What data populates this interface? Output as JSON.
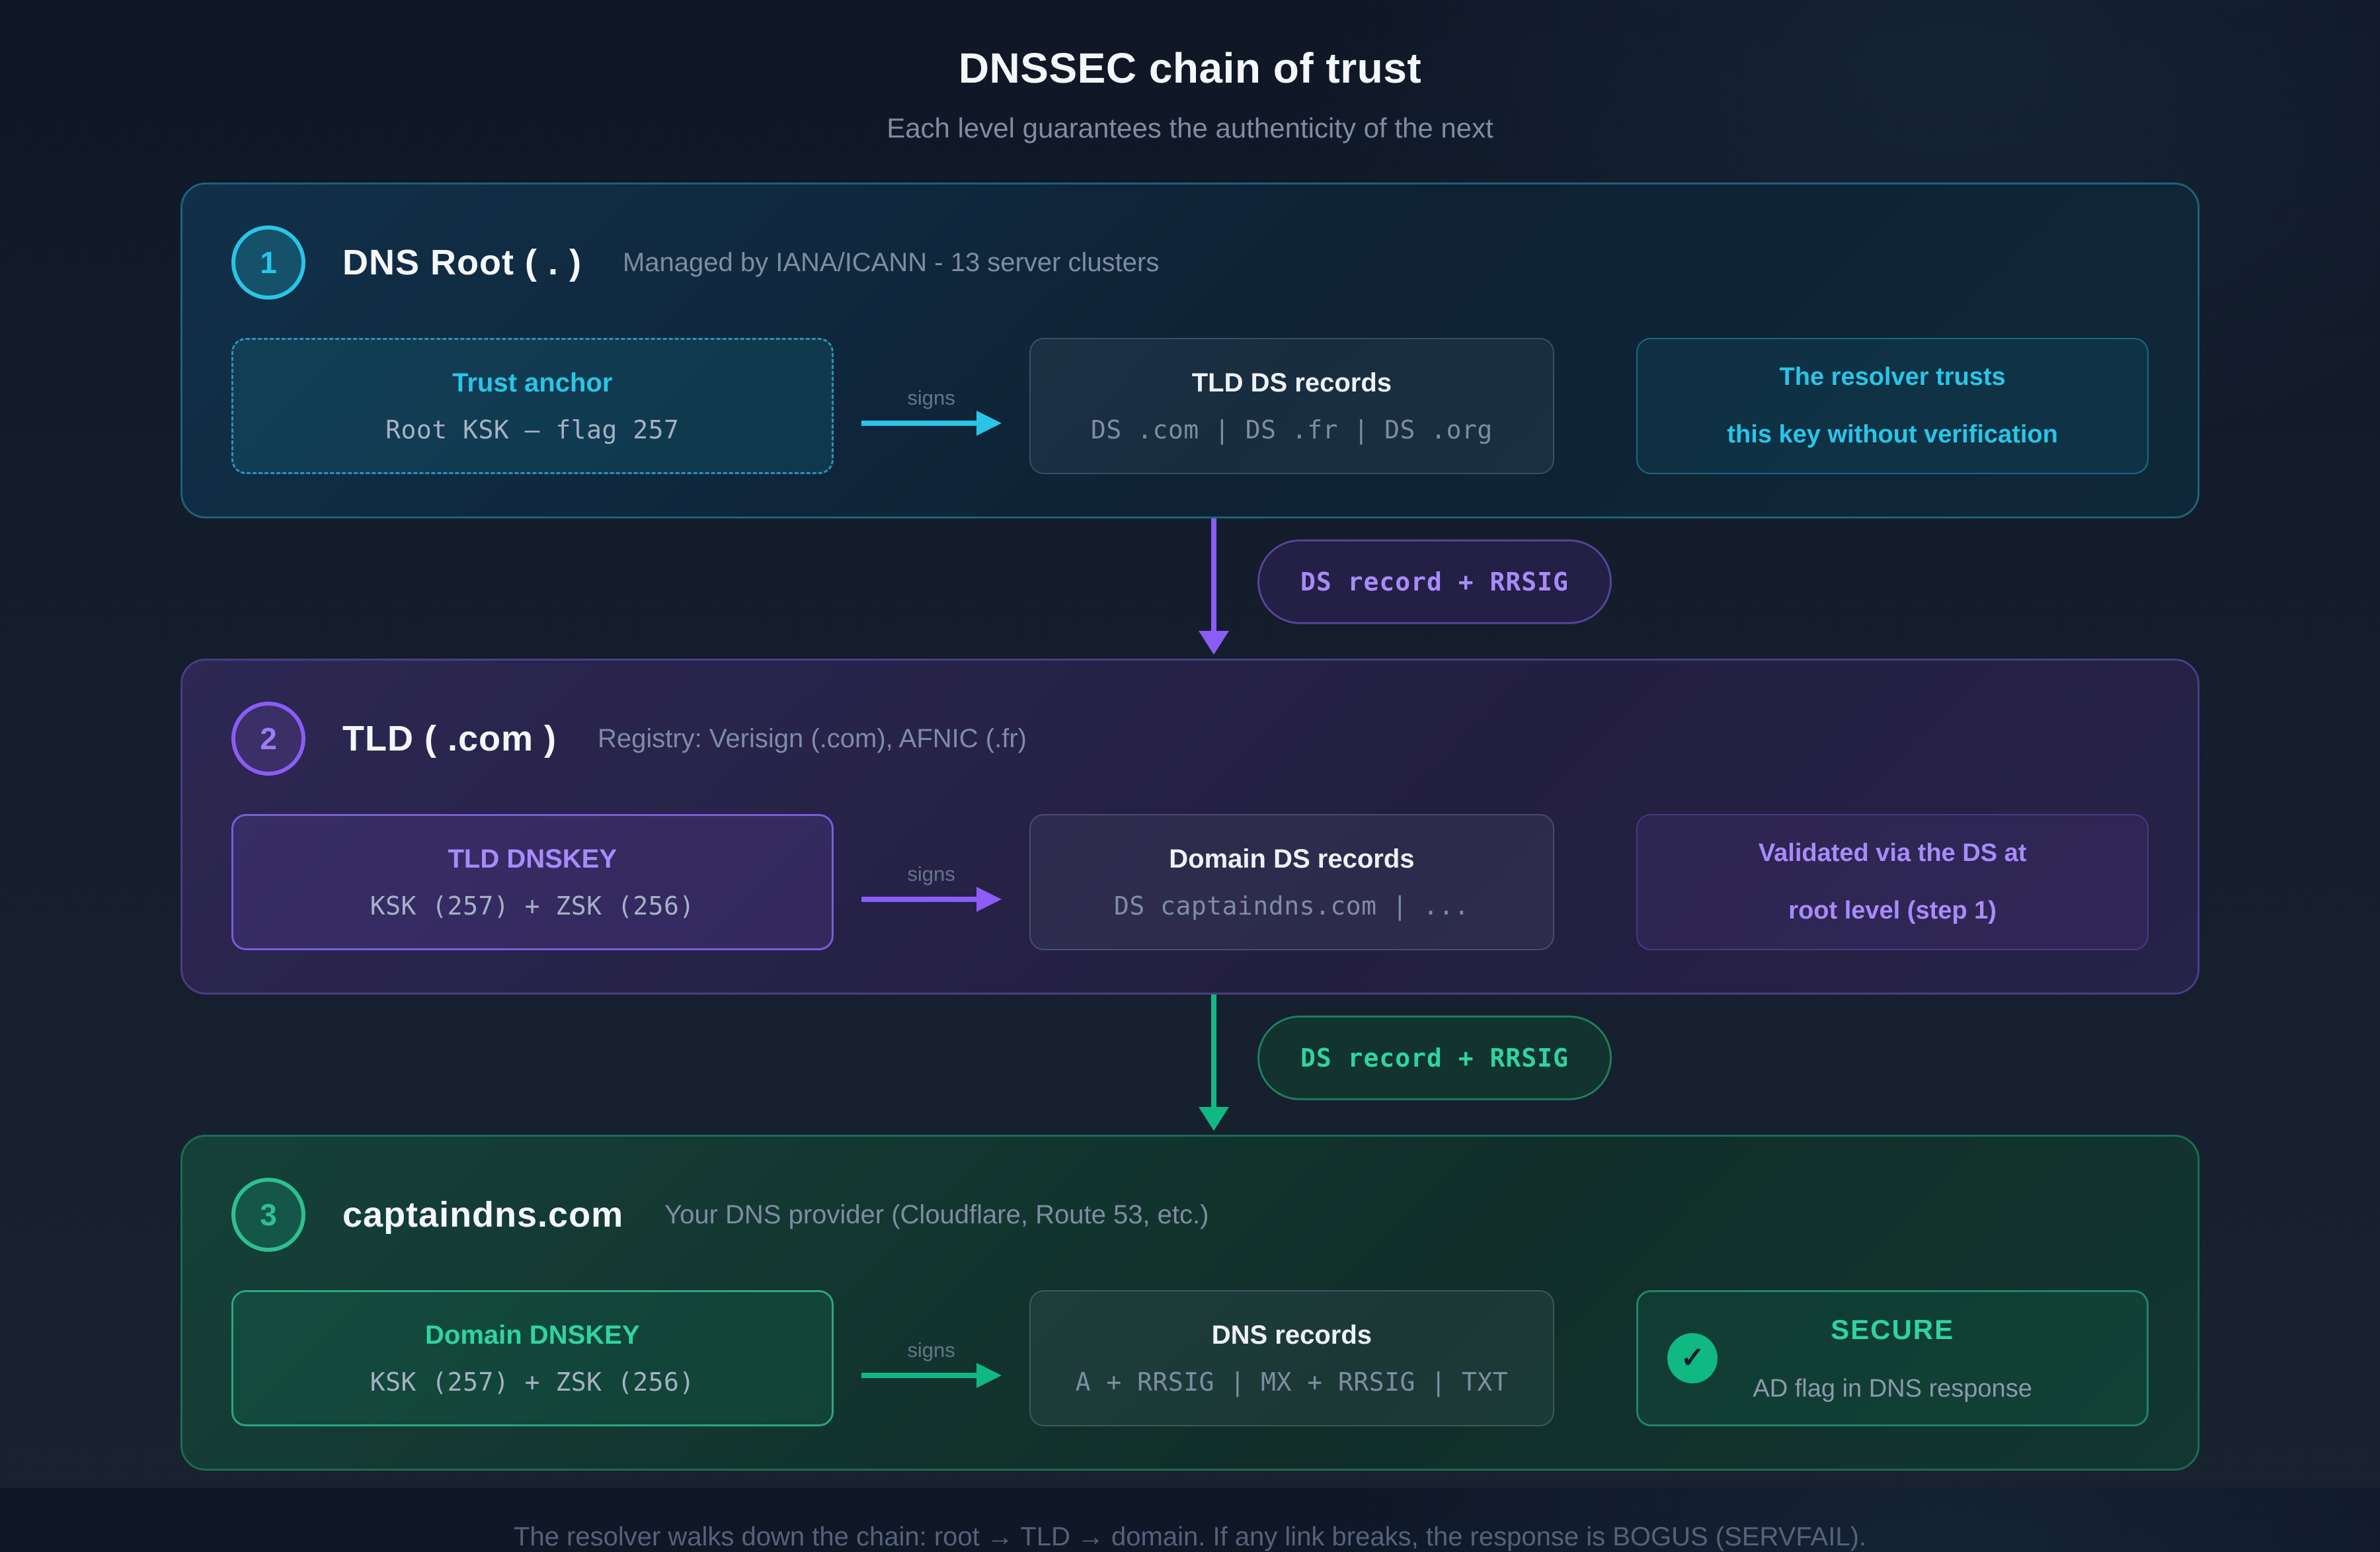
{
  "page": {
    "title": "DNSSEC chain of trust",
    "subtitle": "Each level guarantees the authenticity of the next",
    "footer": "The resolver walks down the chain: root → TLD → domain. If any link breaks, the response is BOGUS (SERVFAIL)."
  },
  "levels": [
    {
      "number": "1",
      "title": "DNS Root ( . )",
      "subtitle": "Managed by IANA/ICANN - 13 server clusters",
      "key_box": {
        "title": "Trust anchor",
        "code": "Root KSK — flag 257"
      },
      "signs_label": "signs",
      "records_box": {
        "title": "TLD DS records",
        "code": "DS .com | DS .fr | DS .org"
      },
      "note_box": {
        "line1": "The resolver trusts",
        "line2": "this key without verification"
      },
      "accent_color": "#29c5e8"
    },
    {
      "number": "2",
      "title": "TLD ( .com )",
      "subtitle": "Registry: Verisign (.com), AFNIC (.fr)",
      "key_box": {
        "title": "TLD DNSKEY",
        "code": "KSK (257) + ZSK (256)"
      },
      "signs_label": "signs",
      "records_box": {
        "title": "Domain DS records",
        "code": "DS captaindns.com | ..."
      },
      "note_box": {
        "line1": "Validated via the DS at",
        "line2": "root level (step 1)"
      },
      "accent_color": "#8b5cf6"
    },
    {
      "number": "3",
      "title": "captaindns.com",
      "subtitle": "Your DNS provider (Cloudflare, Route 53, etc.)",
      "key_box": {
        "title": "Domain DNSKEY",
        "code": "KSK (257) + ZSK (256)"
      },
      "signs_label": "signs",
      "records_box": {
        "title": "DNS records",
        "code": "A + RRSIG | MX + RRSIG | TXT"
      },
      "note_box": {
        "title": "SECURE",
        "subtitle": "AD flag in DNS response",
        "check_icon": "✓"
      },
      "accent_color": "#10b981"
    }
  ],
  "connectors": [
    {
      "badge": "DS record + RRSIG",
      "color": "#a78bfa"
    },
    {
      "badge": "DS record + RRSIG",
      "color": "#2fd49f"
    }
  ]
}
